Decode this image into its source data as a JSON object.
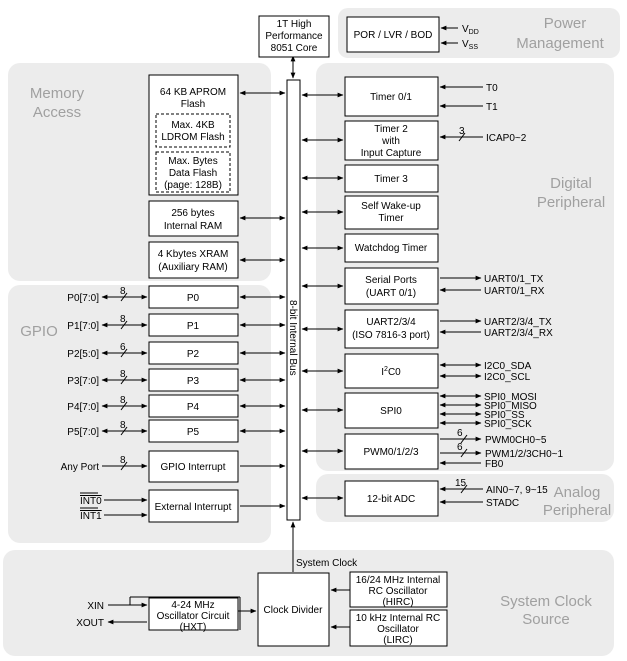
{
  "regions": {
    "power": [
      "Power",
      "Management"
    ],
    "memory": [
      "Memory",
      "Access"
    ],
    "digital": [
      "Digital",
      "Peripheral"
    ],
    "gpio": "GPIO",
    "analog": [
      "Analog",
      "Peripheral"
    ],
    "clock": [
      "System Clock",
      "Source"
    ]
  },
  "core": [
    "1T High",
    "Performance",
    "8051 Core"
  ],
  "por": "POR / LVR / BOD",
  "vdd": {
    "main": "V",
    "sub": "DD"
  },
  "vss": {
    "main": "V",
    "sub": "SS"
  },
  "bus_label": "8-bit Internal Bus",
  "memory": {
    "aprom": [
      "64 KB APROM",
      "Flash"
    ],
    "ldrom": [
      "Max. 4KB",
      "LDROM Flash"
    ],
    "dataflash": [
      "Max.  Bytes",
      "Data Flash",
      "(page: 128B)"
    ],
    "iram": [
      "256 bytes",
      "Internal RAM"
    ],
    "xram": [
      "4 Kbytes XRAM",
      "(Auxiliary RAM)"
    ]
  },
  "gpio": {
    "ports": [
      {
        "label": "P0[7:0]",
        "width": "8",
        "name": "P0"
      },
      {
        "label": "P1[7:0]",
        "width": "8",
        "name": "P1"
      },
      {
        "label": "P2[5:0]",
        "width": "6",
        "name": "P2"
      },
      {
        "label": "P3[7:0]",
        "width": "8",
        "name": "P3"
      },
      {
        "label": "P4[7:0]",
        "width": "8",
        "name": "P4"
      },
      {
        "label": "P5[7:0]",
        "width": "8",
        "name": "P5"
      }
    ],
    "any_port": "Any Port",
    "any_port_width": "8",
    "gpio_interrupt": "GPIO Interrupt",
    "int0": "INT0",
    "int1": "INT1",
    "external_interrupt": "External Interrupt"
  },
  "digital": {
    "timer01": "Timer 0/1",
    "t0": "T0",
    "t1": "T1",
    "timer2": [
      "Timer 2",
      "with",
      "Input Capture"
    ],
    "icap_width": "3",
    "icap": "ICAP0~2",
    "timer3": "Timer 3",
    "wakeup": [
      "Self Wake-up",
      "Timer"
    ],
    "watchdog": "Watchdog Timer",
    "serial": [
      "Serial Ports",
      "(UART 0/1)"
    ],
    "serial_pins": [
      "UART0/1_TX",
      "UART0/1_RX"
    ],
    "uart234": [
      "UART2/3/4",
      "(ISO 7816-3 port)"
    ],
    "uart234_pins": [
      "UART2/3/4_TX",
      "UART2/3/4_RX"
    ],
    "i2c": {
      "main": "I",
      "sup": "2",
      "rest": "C0"
    },
    "i2c_pins": [
      "I2C0_SDA",
      "I2C0_SCL"
    ],
    "spi": "SPI0",
    "spi_pins": [
      "SPI0_MOSI",
      "SPI0_MISO",
      "SPI0_SS",
      "SPI0_SCK"
    ],
    "pwm": "PWM0/1/2/3",
    "pwm_widths": [
      "6",
      "6"
    ],
    "pwm_pins": [
      "PWM0CH0~5",
      "PWM1/2/3CH0~1",
      "FB0"
    ]
  },
  "analog": {
    "adc": "12-bit ADC",
    "ain_width": "15",
    "ain": "AIN0~7, 9~15",
    "stadc": "STADC"
  },
  "clock": {
    "system_clock": "System Clock",
    "divider": "Clock Divider",
    "hirc": [
      "16/24 MHz Internal",
      "RC Oscillator",
      "(HIRC)"
    ],
    "lirc": [
      "10 kHz Internal RC",
      "Oscillator",
      "(LIRC)"
    ],
    "hxt": [
      "4-24 MHz",
      "Oscillator Circuit",
      "(HXT)"
    ],
    "xin": "XIN",
    "xout": "XOUT"
  }
}
